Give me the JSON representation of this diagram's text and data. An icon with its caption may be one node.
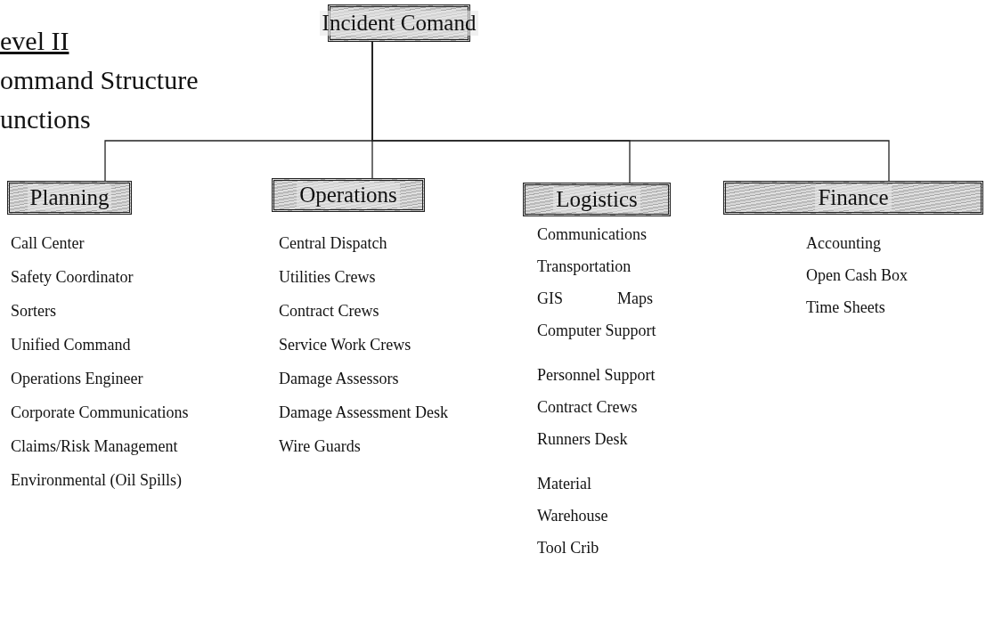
{
  "diagram": {
    "title": "evel II",
    "nodes": [
      {
        "text": [
          "Incident Comand"
        ]
      },
      {
        "text": [
          "Planning"
        ],
        "beside": [
          "Call Center",
          "Safety Coordinator",
          "Sorters",
          "Unified Command",
          "Operations Engineer",
          "Corporate Communications",
          "Claims/Risk Management",
          "Environmental (Oil Spills)"
        ]
      },
      {
        "text": [
          "Operations"
        ],
        "beside": [
          "Central Dispatch",
          "Utilities Crews",
          "Contract Crews",
          "Service Work Crews",
          "Damage Assessors",
          "Damage Assessment Desk",
          "Wire Guards"
        ]
      },
      {
        "text": [
          "Logistics"
        ],
        "beside": [
          "Communications",
          "Transportation",
          "GIS",
          "Maps",
          "Computer Support",
          "Personnel Support",
          "Contract Crews",
          "Runners Desk",
          "Material",
          "Warehouse",
          "Tool Crib"
        ]
      },
      {
        "text": [
          "Finance"
        ],
        "beside": [
          "Accounting",
          "Open Cash Box",
          "Time Sheets"
        ]
      }
    ],
    "edges": [
      {
        "from": 0,
        "to": 1,
        "arrow": "none"
      },
      {
        "from": 0,
        "to": 2,
        "arrow": "none"
      },
      {
        "from": 0,
        "to": 3,
        "arrow": "none"
      },
      {
        "from": 0,
        "to": 4,
        "arrow": "none"
      }
    ],
    "labels": [
      "ommand Structure",
      "unctions"
    ]
  }
}
